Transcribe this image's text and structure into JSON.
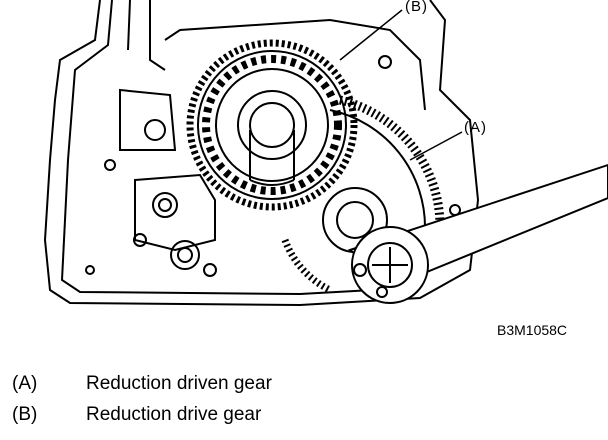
{
  "figure": {
    "callouts": {
      "b": "(B)",
      "a": "(A)"
    },
    "code": "B3M1058C"
  },
  "legend": [
    {
      "key": "(A)",
      "text": "Reduction driven gear"
    },
    {
      "key": "(B)",
      "text": "Reduction drive gear"
    }
  ]
}
